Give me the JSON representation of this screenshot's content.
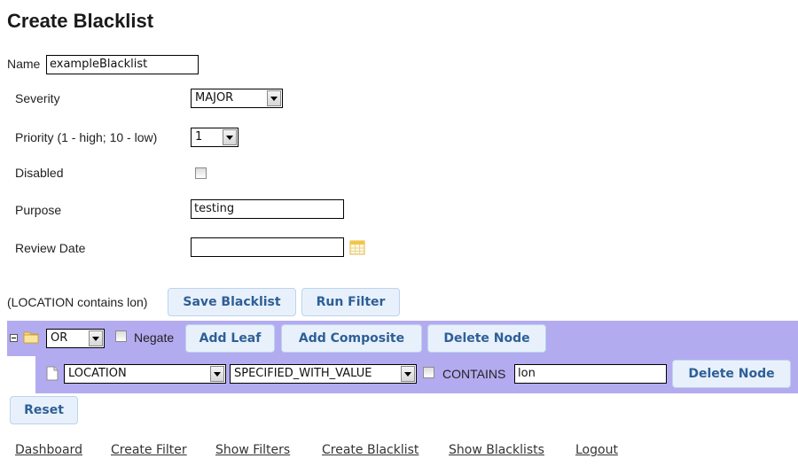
{
  "page": {
    "title": "Create Blacklist"
  },
  "form": {
    "name_label": "Name",
    "name_value": "exampleBlacklist",
    "severity_label": "Severity",
    "severity_value": "MAJOR",
    "priority_label": "Priority (1 - high; 10 - low)",
    "priority_value": "1",
    "disabled_label": "Disabled",
    "disabled_checked": false,
    "purpose_label": "Purpose",
    "purpose_value": "testing",
    "review_date_label": "Review Date",
    "review_date_value": ""
  },
  "filter": {
    "expression": "(LOCATION contains lon)",
    "save_label": "Save Blacklist",
    "run_label": "Run Filter",
    "composite": {
      "operator": "OR",
      "negate_label": "Negate",
      "add_leaf_label": "Add Leaf",
      "add_composite_label": "Add Composite",
      "delete_label": "Delete Node"
    },
    "leaf": {
      "field": "LOCATION",
      "mode": "SPECIFIED_WITH_VALUE",
      "contains_label": "CONTAINS",
      "value": "lon",
      "delete_label": "Delete Node"
    },
    "reset_label": "Reset"
  },
  "nav": {
    "dashboard": "Dashboard",
    "create_filter": "Create Filter",
    "show_filters": "Show Filters",
    "create_blacklist": "Create Blacklist",
    "show_blacklists": "Show Blacklists",
    "logout": "Logout"
  },
  "colors": {
    "filter_band": "#b3abf0",
    "button_bg": "#e8f1fb",
    "button_text": "#2e5f96"
  },
  "icons": [
    "calendar-icon",
    "tree-collapse-icon",
    "folder-icon",
    "document-icon"
  ]
}
